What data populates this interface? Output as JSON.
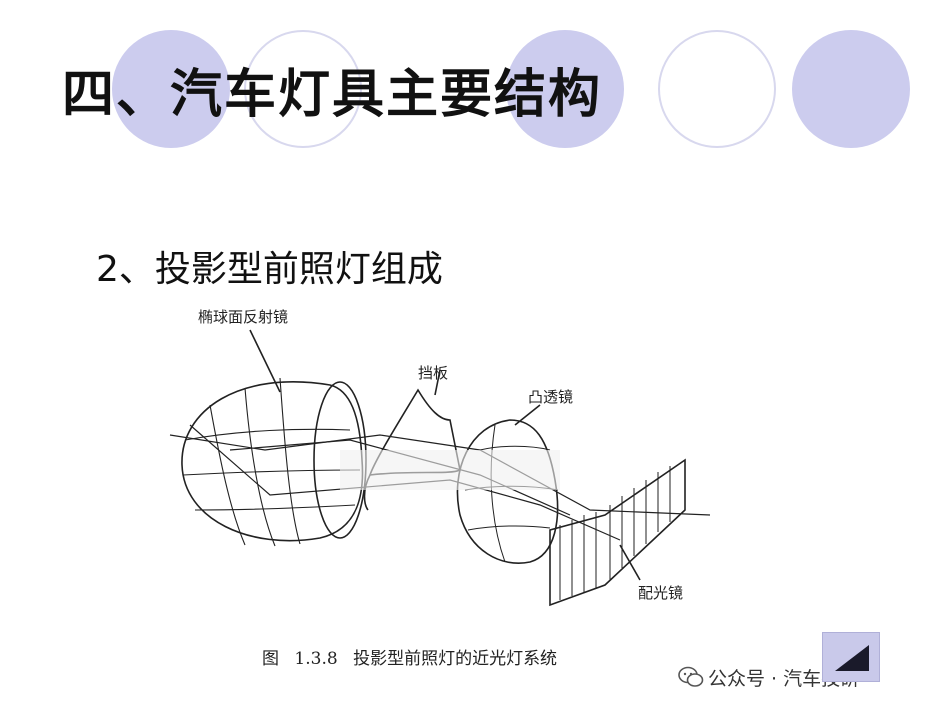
{
  "slide": {
    "title": "四、汽车灯具主要结构",
    "subtitle": "2、投影型前照灯组成"
  },
  "figure": {
    "labels": {
      "reflector": "椭球面反射镜",
      "shield": "挡板",
      "lens": "凸透镜",
      "diffuser": "配光镜"
    },
    "caption": "图 1.3.8 投影型前照灯的近光灯系统"
  },
  "watermark": {
    "text": "公众号 · 汽车技研",
    "icon": "wechat-icon"
  },
  "nav": {
    "icon": "triangle-left-icon"
  },
  "colors": {
    "circle_fill": "#ccccee",
    "circle_ring": "#d8d8ee",
    "nav_button": "#c9c9ea"
  }
}
